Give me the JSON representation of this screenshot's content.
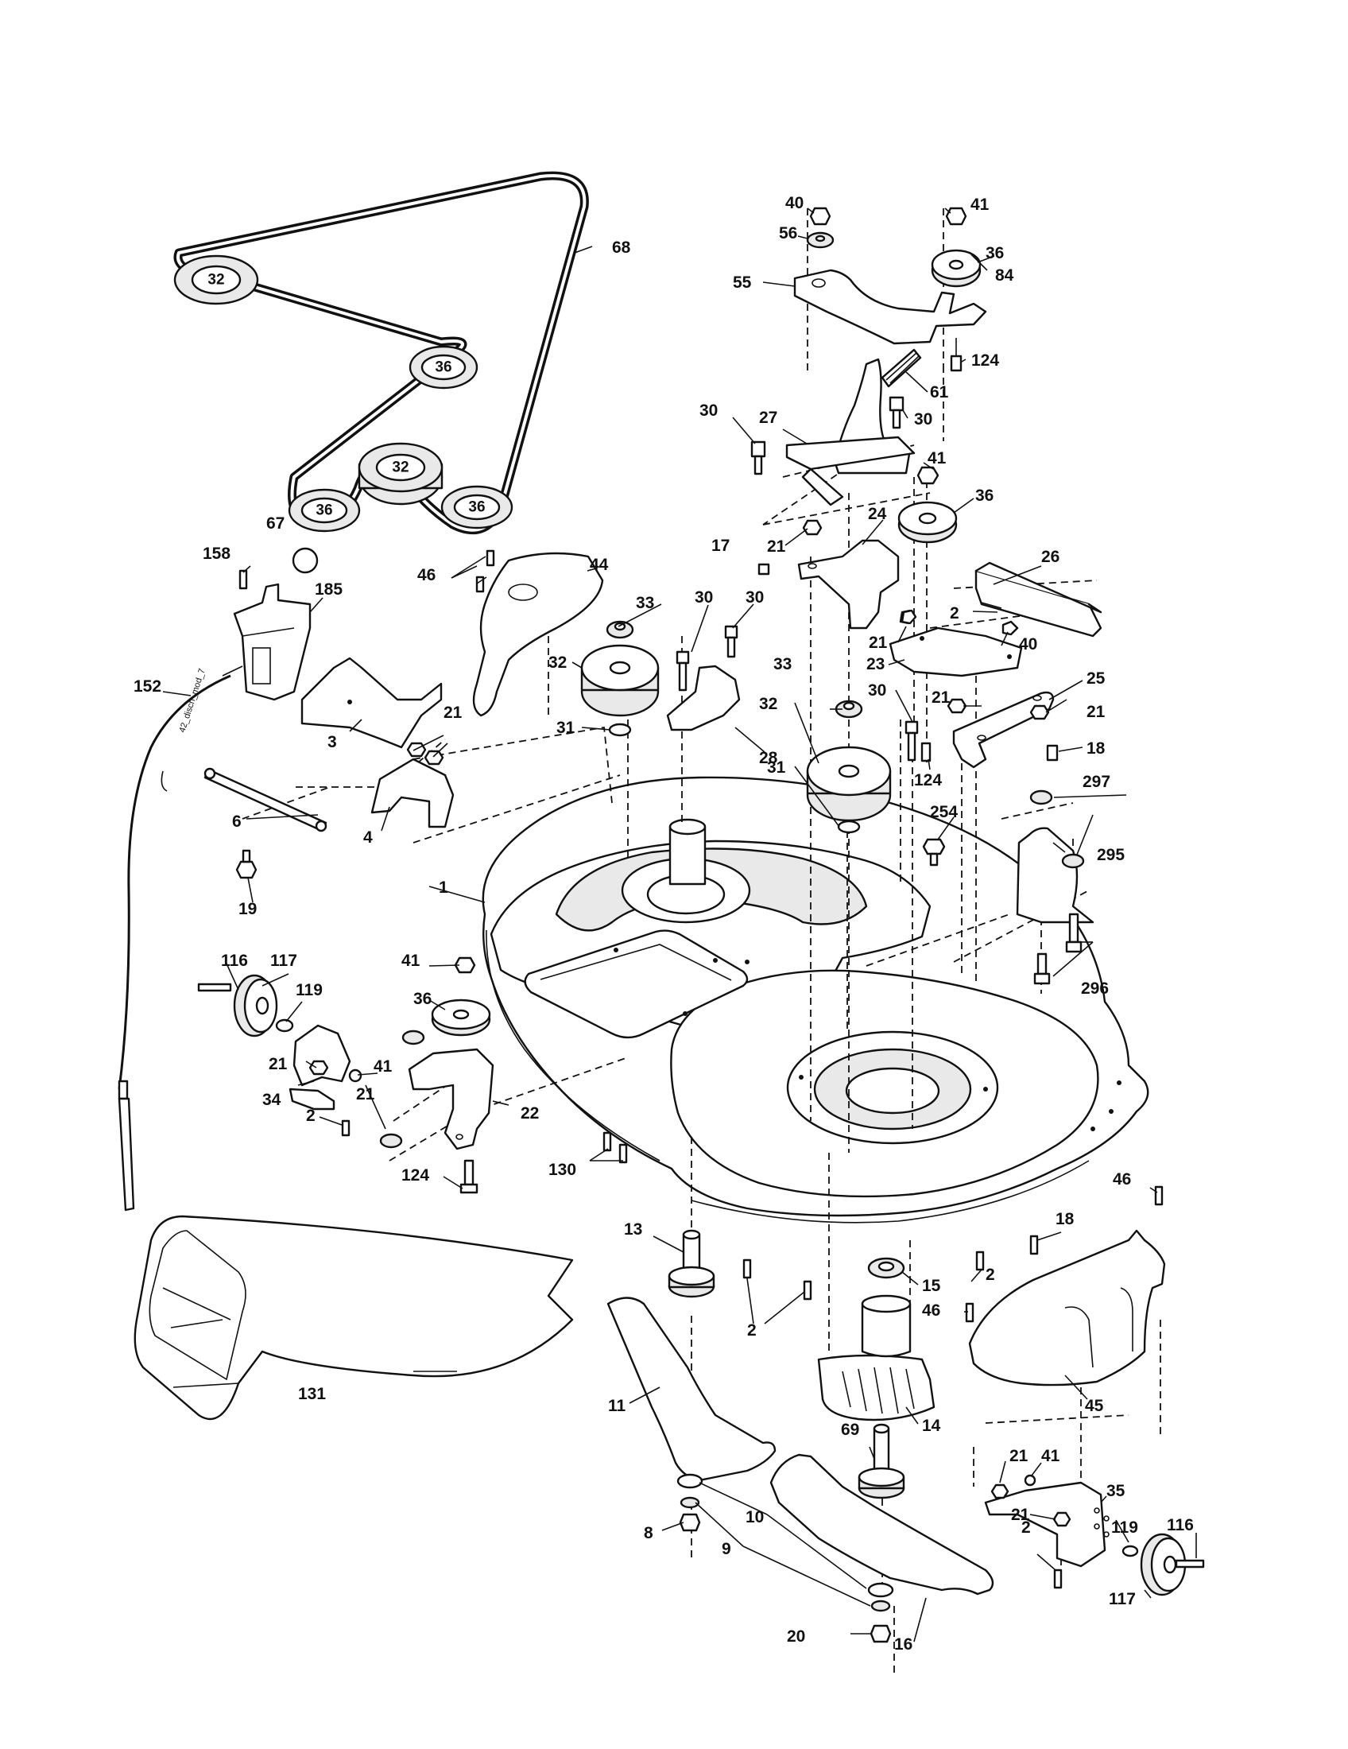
{
  "diagram": {
    "belt_pulley_labels": [
      "32",
      "36",
      "32",
      "36",
      "36"
    ],
    "cable_note": "42_disch_mod_7",
    "callouts": [
      "1",
      "2",
      "3",
      "4",
      "6",
      "8",
      "9",
      "10",
      "11",
      "13",
      "14",
      "15",
      "16",
      "17",
      "18",
      "19",
      "20",
      "21",
      "22",
      "23",
      "24",
      "25",
      "26",
      "27",
      "28",
      "30",
      "31",
      "32",
      "33",
      "34",
      "35",
      "36",
      "40",
      "41",
      "44",
      "45",
      "46",
      "55",
      "56",
      "61",
      "67",
      "68",
      "69",
      "84",
      "116",
      "117",
      "119",
      "124",
      "130",
      "131",
      "152",
      "158",
      "185",
      "254",
      "295",
      "296",
      "297"
    ]
  }
}
